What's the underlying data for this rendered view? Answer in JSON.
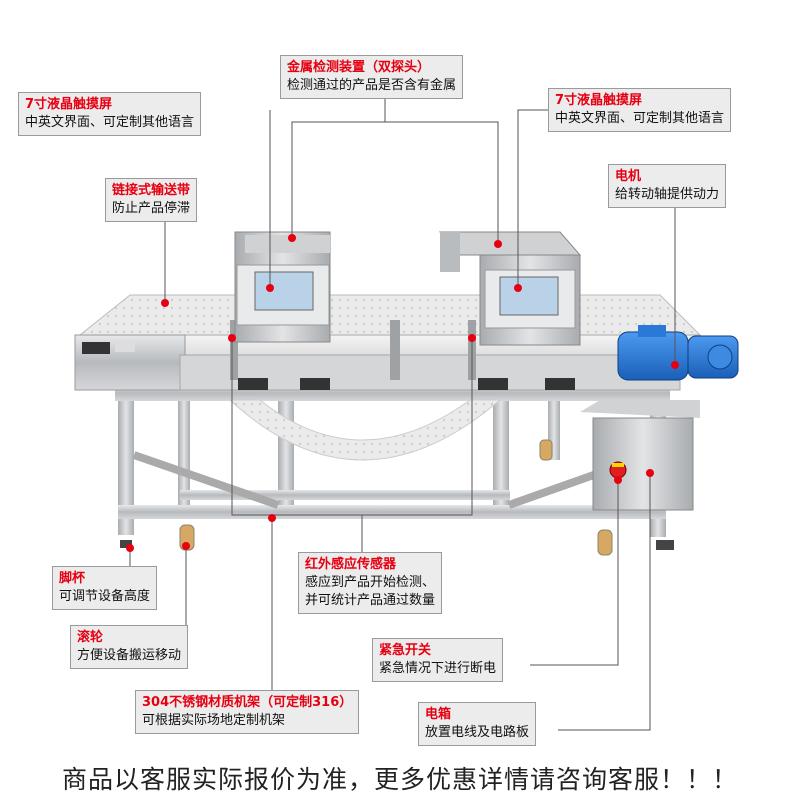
{
  "callouts": {
    "lcd_left": {
      "title": "7寸液晶触摸屏",
      "desc": "中英文界面、可定制其他语言"
    },
    "metal_detector": {
      "title": "金属检测装置（双探头）",
      "desc": "检测通过的产品是否含有金属"
    },
    "lcd_right": {
      "title": "7寸液晶触摸屏",
      "desc": "中英文界面、可定制其他语言"
    },
    "conveyor": {
      "title": "链接式输送带",
      "desc": "防止产品停滞"
    },
    "motor": {
      "title": "电机",
      "desc": "给转动轴提供动力"
    },
    "sensor": {
      "title": "红外感应传感器",
      "desc_1": "感应到产品开始检测、",
      "desc_2": "并可统计产品通过数量"
    },
    "foot_cup": {
      "title": "脚杯",
      "desc": "可调节设备高度"
    },
    "caster": {
      "title": "滚轮",
      "desc": "方便设备搬运移动"
    },
    "emergency_stop": {
      "title": "紧急开关",
      "desc": "紧急情况下进行断电"
    },
    "frame": {
      "title": "304不锈钢材质机架（可定制316）",
      "desc": "可根据实际场地定制机架"
    },
    "electric_box": {
      "title": "电箱",
      "desc": "放置电线及电路板"
    }
  },
  "footer": {
    "text": "商品以客服实际报价为准，更多优惠详情请咨询客服！！！"
  },
  "colors": {
    "accent": "#e60012",
    "callout_bg": "#ececec",
    "steel": "#b9bcbf",
    "motor_blue": "#1f6fd1"
  }
}
